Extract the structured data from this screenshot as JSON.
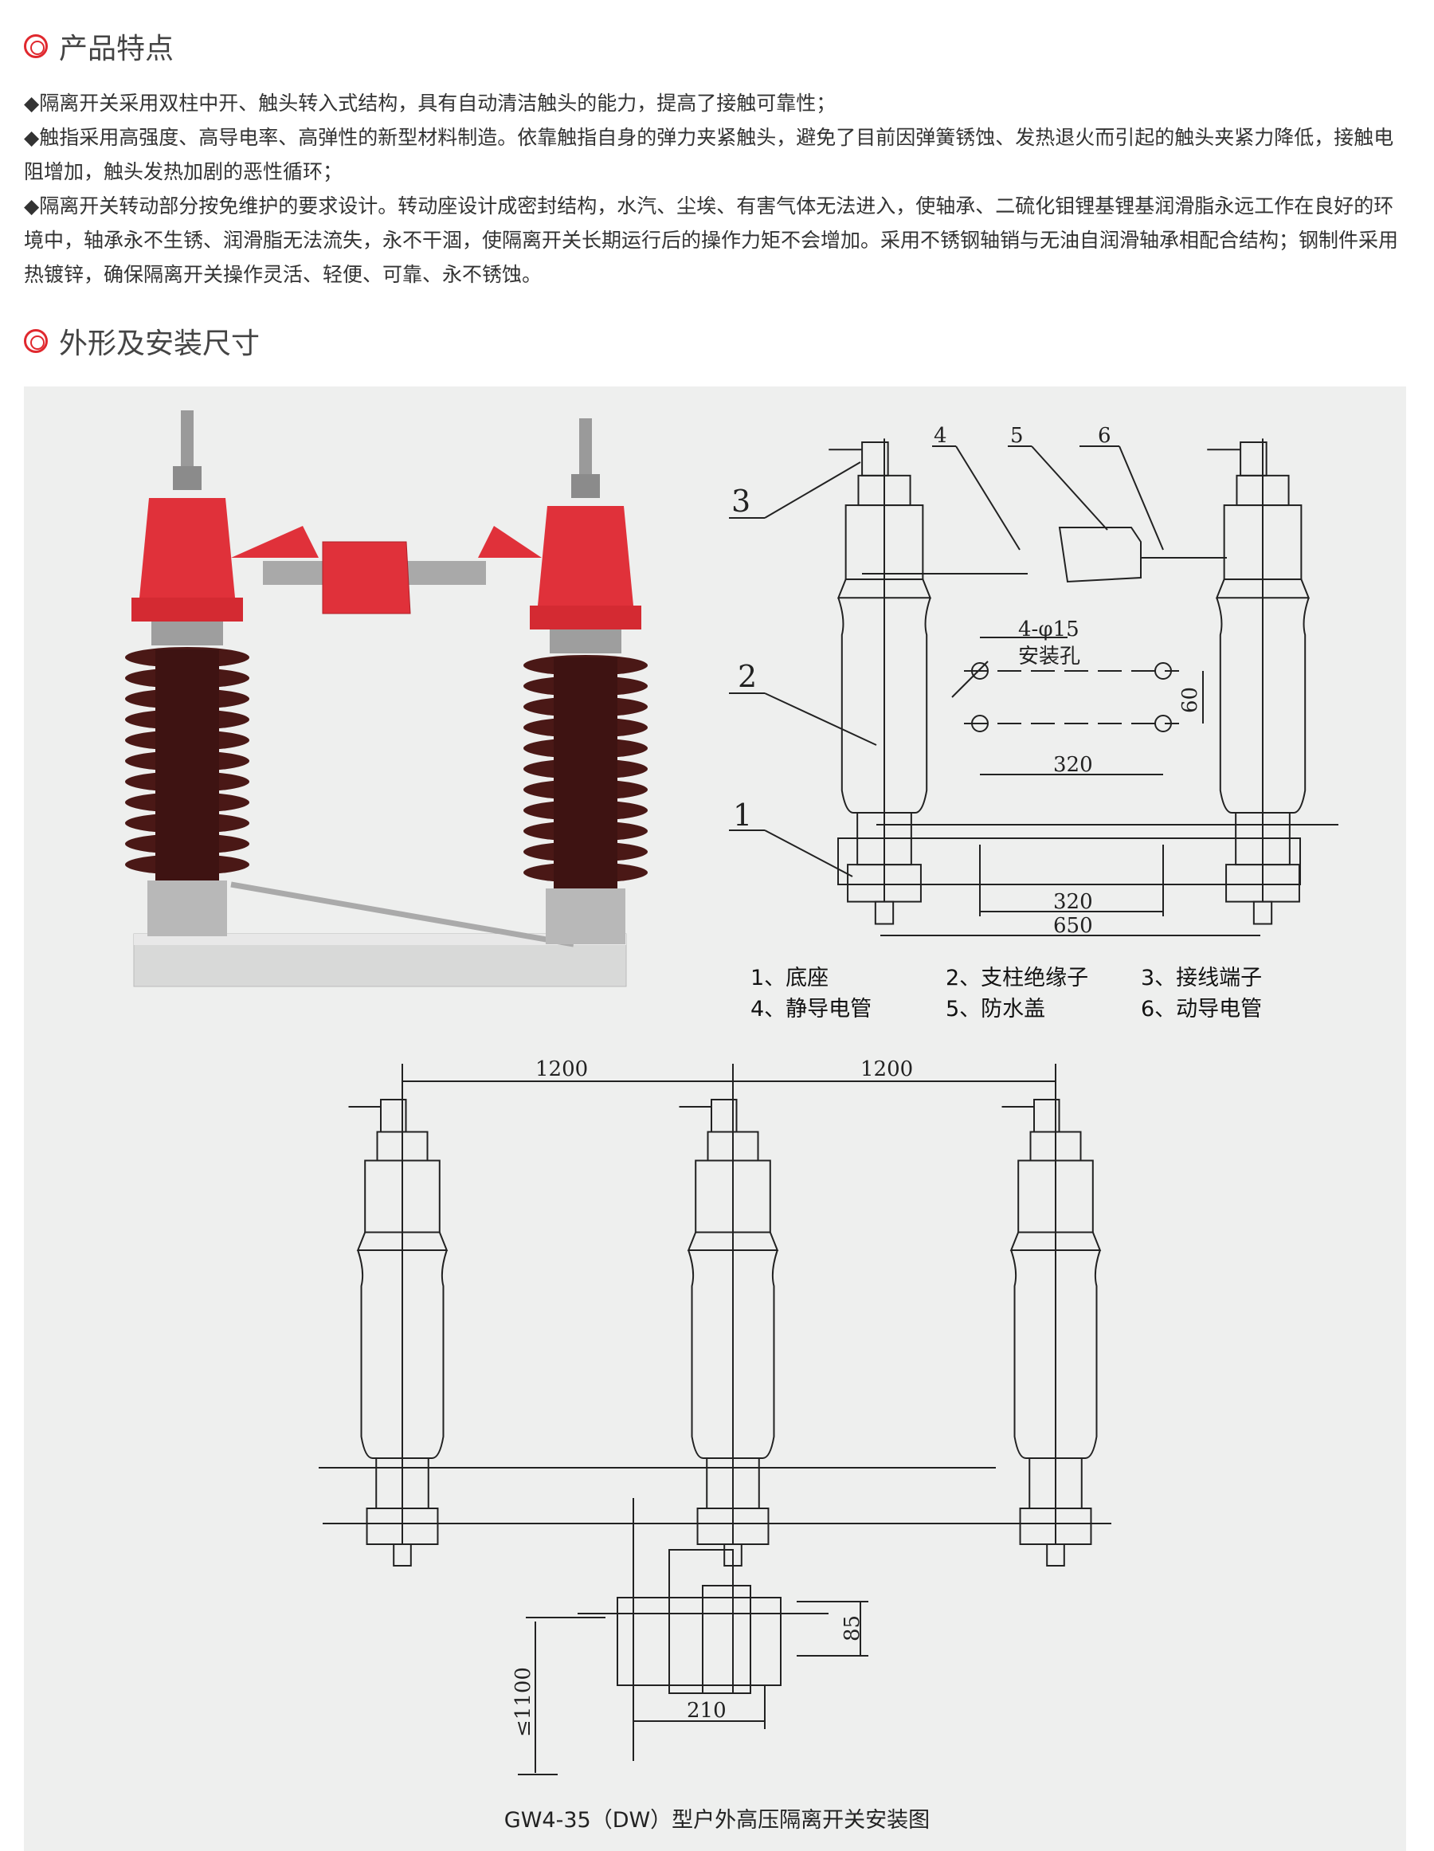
{
  "section1": {
    "title": "产品特点"
  },
  "features": [
    "◆隔离开关采用双柱中开、触头转入式结构，具有自动清洁触头的能力，提高了接触可靠性；",
    "◆触指采用高强度、高导电率、高弹性的新型材料制造。依靠触指自身的弹力夹紧触头，避免了目前因弹簧锈蚀、发热退火而引起的触头夹紧力降低，接触电阻增加，触头发热加剧的恶性循环；",
    "◆隔离开关转动部分按免维护的要求设计。转动座设计成密封结构，水汽、尘埃、有害气体无法进入，使轴承、二硫化钼锂基锂基润滑脂永远工作在良好的环境中，轴承永不生锈、润滑脂无法流失，永不干涸，使隔离开关长期运行后的操作力矩不会增加。采用不锈钢轴销与无油自润滑轴承相配合结构；钢制件采用热镀锌，确保隔离开关操作灵活、轻便、可靠、永不锈蚀。"
  ],
  "section2": {
    "title": "外形及安装尺寸"
  },
  "diagram1": {
    "callouts": [
      "1",
      "2",
      "3",
      "4",
      "5",
      "6"
    ],
    "holes_label": "4-φ15",
    "holes_text": "安装孔",
    "dim_60": "60",
    "dim_320_top": "320",
    "dim_320_bottom": "320",
    "dim_650": "650"
  },
  "legend": [
    [
      "1、底座",
      "2、支柱绝缘子",
      "3、接线端子"
    ],
    [
      "4、静导电管",
      "5、防水盖",
      "6、动导电管"
    ]
  ],
  "diagram2": {
    "dim_1200_left": "1200",
    "dim_1200_right": "1200",
    "dim_85": "85",
    "dim_210": "210",
    "dim_1100": "≤1100"
  },
  "caption": "GW4-35（DW）型户外高压隔离开关安装图",
  "colors": {
    "accent": "#e0282e",
    "panel": "#eeefee",
    "insulator": "#4a1816",
    "head": "#e0313a"
  }
}
